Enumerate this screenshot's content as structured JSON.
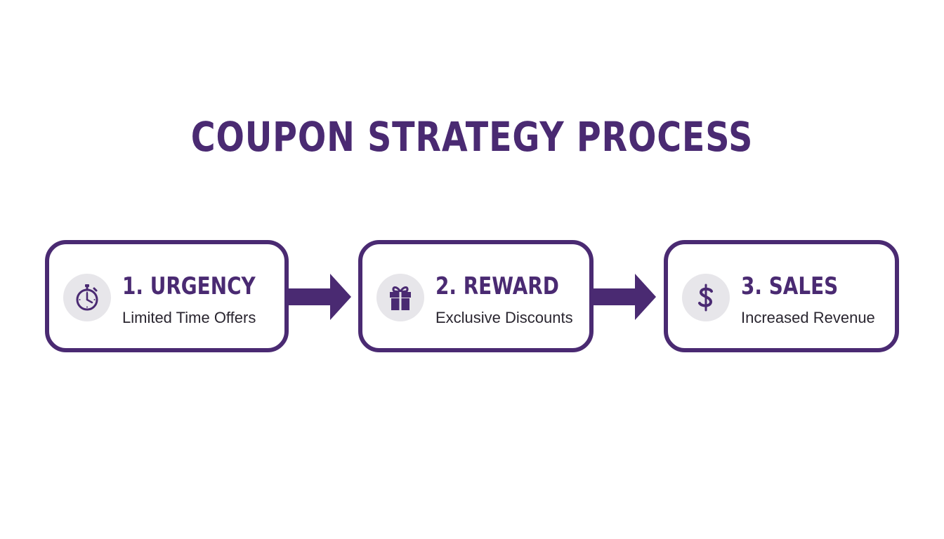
{
  "title": "COUPON STRATEGY PROCESS",
  "colors": {
    "primary": "#4a2a72",
    "icon_background": "#e7e6ea",
    "text": "#2a2630",
    "background": "#ffffff"
  },
  "steps": [
    {
      "title": "1. URGENCY",
      "subtitle": "Limited Time Offers",
      "icon": "stopwatch-icon"
    },
    {
      "title": "2. REWARD",
      "subtitle": "Exclusive Discounts",
      "icon": "gift-icon"
    },
    {
      "title": "3. SALES",
      "subtitle": "Increased Revenue",
      "icon": "dollar-icon"
    }
  ],
  "connectors": [
    "arrow-right",
    "arrow-right"
  ]
}
